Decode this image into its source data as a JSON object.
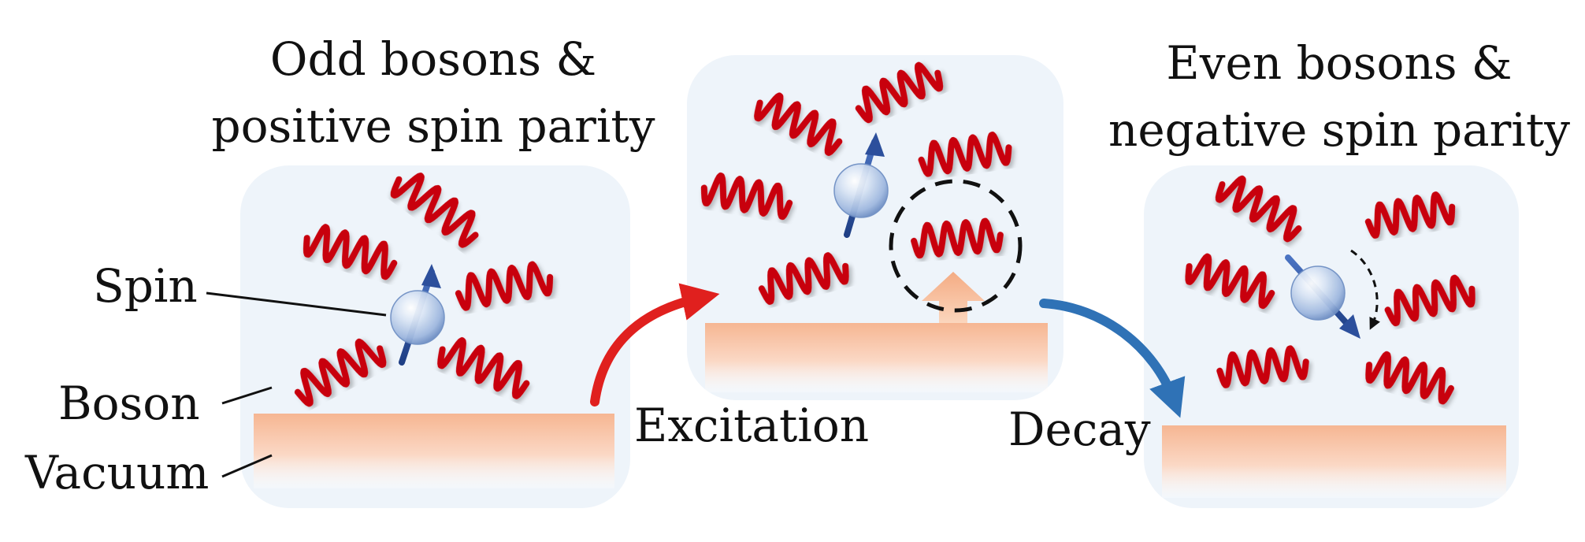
{
  "titles": {
    "left_line1": "Odd bosons &",
    "left_line2": "positive spin parity",
    "right_line1": "Even bosons &",
    "right_line2": "negative spin parity"
  },
  "labels": {
    "spin": "Spin",
    "boson": "Boson",
    "vacuum": "Vacuum",
    "excitation": "Excitation",
    "decay": "Decay"
  },
  "colors": {
    "panel_bg": "#eef4fa",
    "wave": "#c8000c",
    "excitation_arrow": "#e0201e",
    "decay_arrow": "#2f72b6",
    "vacuum_top": "#f6bd9c",
    "spin_arrow": "#2c4f9c",
    "sphere": "#b9cdea"
  }
}
